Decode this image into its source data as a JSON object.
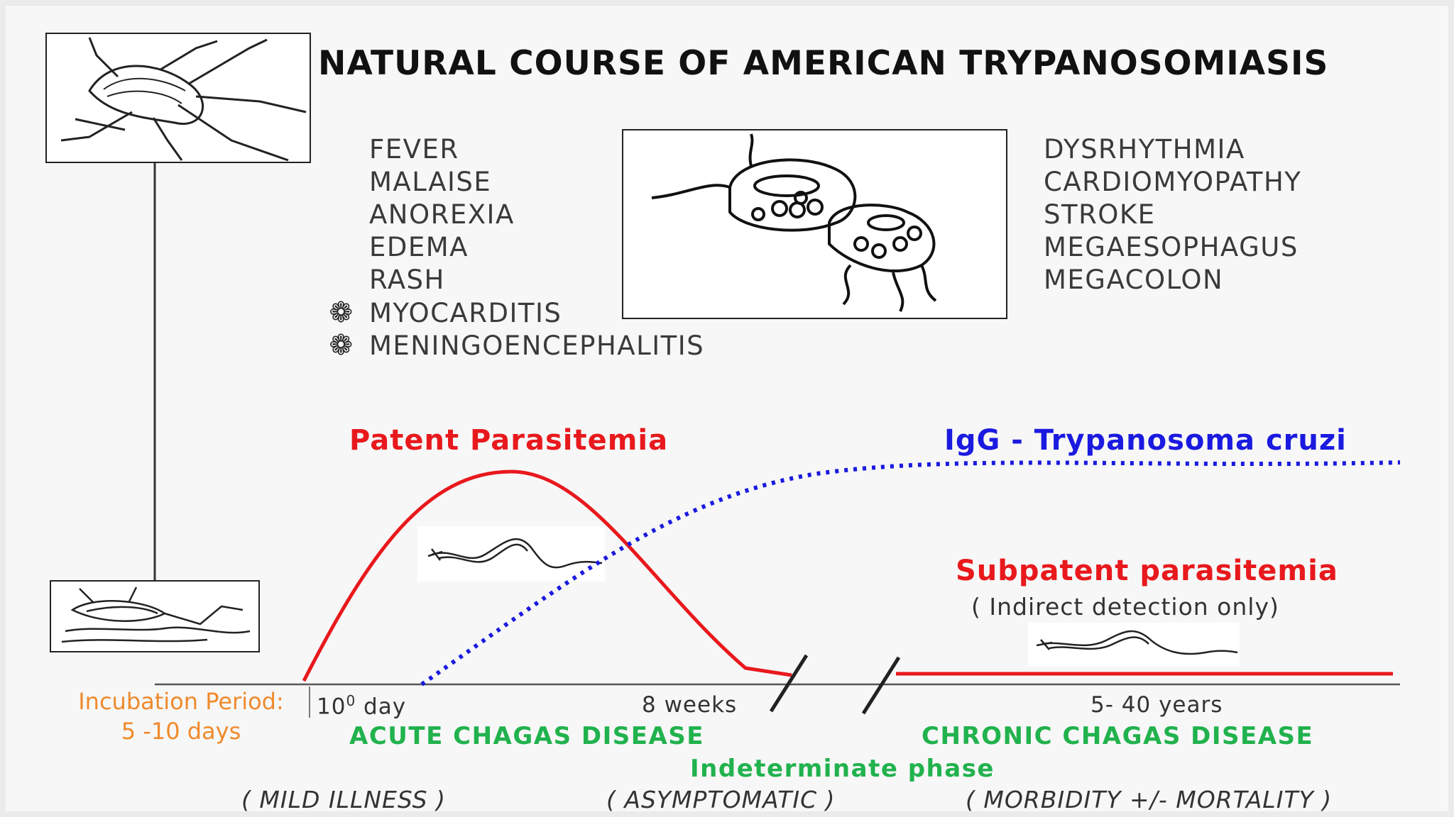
{
  "title": "NATURAL COURSE OF AMERICAN TRYPANOSOMIASIS",
  "acute_symptoms": [
    {
      "label": "FEVER",
      "flag": false
    },
    {
      "label": "MALAISE",
      "flag": false
    },
    {
      "label": "ANOREXIA",
      "flag": false
    },
    {
      "label": "EDEMA",
      "flag": false
    },
    {
      "label": "RASH",
      "flag": false
    },
    {
      "label": "MYOCARDITIS",
      "flag": true
    },
    {
      "label": "MENINGOENCEPHALITIS",
      "flag": true
    }
  ],
  "flag_icon": "flower-icon",
  "chronic_symptoms": [
    "DYSRHYTHMIA",
    "CARDIOMYOPATHY",
    "STROKE",
    "MEGAESOPHAGUS",
    "MEGACOLON"
  ],
  "labels": {
    "patent": "Patent Parasitemia",
    "igg": "IgG - Trypanosoma cruzi",
    "subpatent": "Subpatent  parasitemia",
    "subpatent_note": "( Indirect detection only)",
    "incubation_line1": "Incubation Period:",
    "incubation_line2": "5 -10 days",
    "day_prefix": "10",
    "day_sup": "0",
    "day_suffix": " day",
    "weeks": "8 weeks",
    "years": "5- 40 years",
    "acute": "ACUTE CHAGAS DISEASE",
    "chronic": "CHRONIC CHAGAS DISEASE",
    "indeterminate": "Indeterminate phase",
    "mild": "( MILD ILLNESS )",
    "asymptomatic": "( ASYMPTOMATIC )",
    "morbidity": "( MORBIDITY +/-  MORTALITY )"
  },
  "colors": {
    "parasitemia": "#e8191d",
    "igg": "#1a1ae0",
    "phase": "#21b24d",
    "incubation": "#ef8a2c"
  }
}
